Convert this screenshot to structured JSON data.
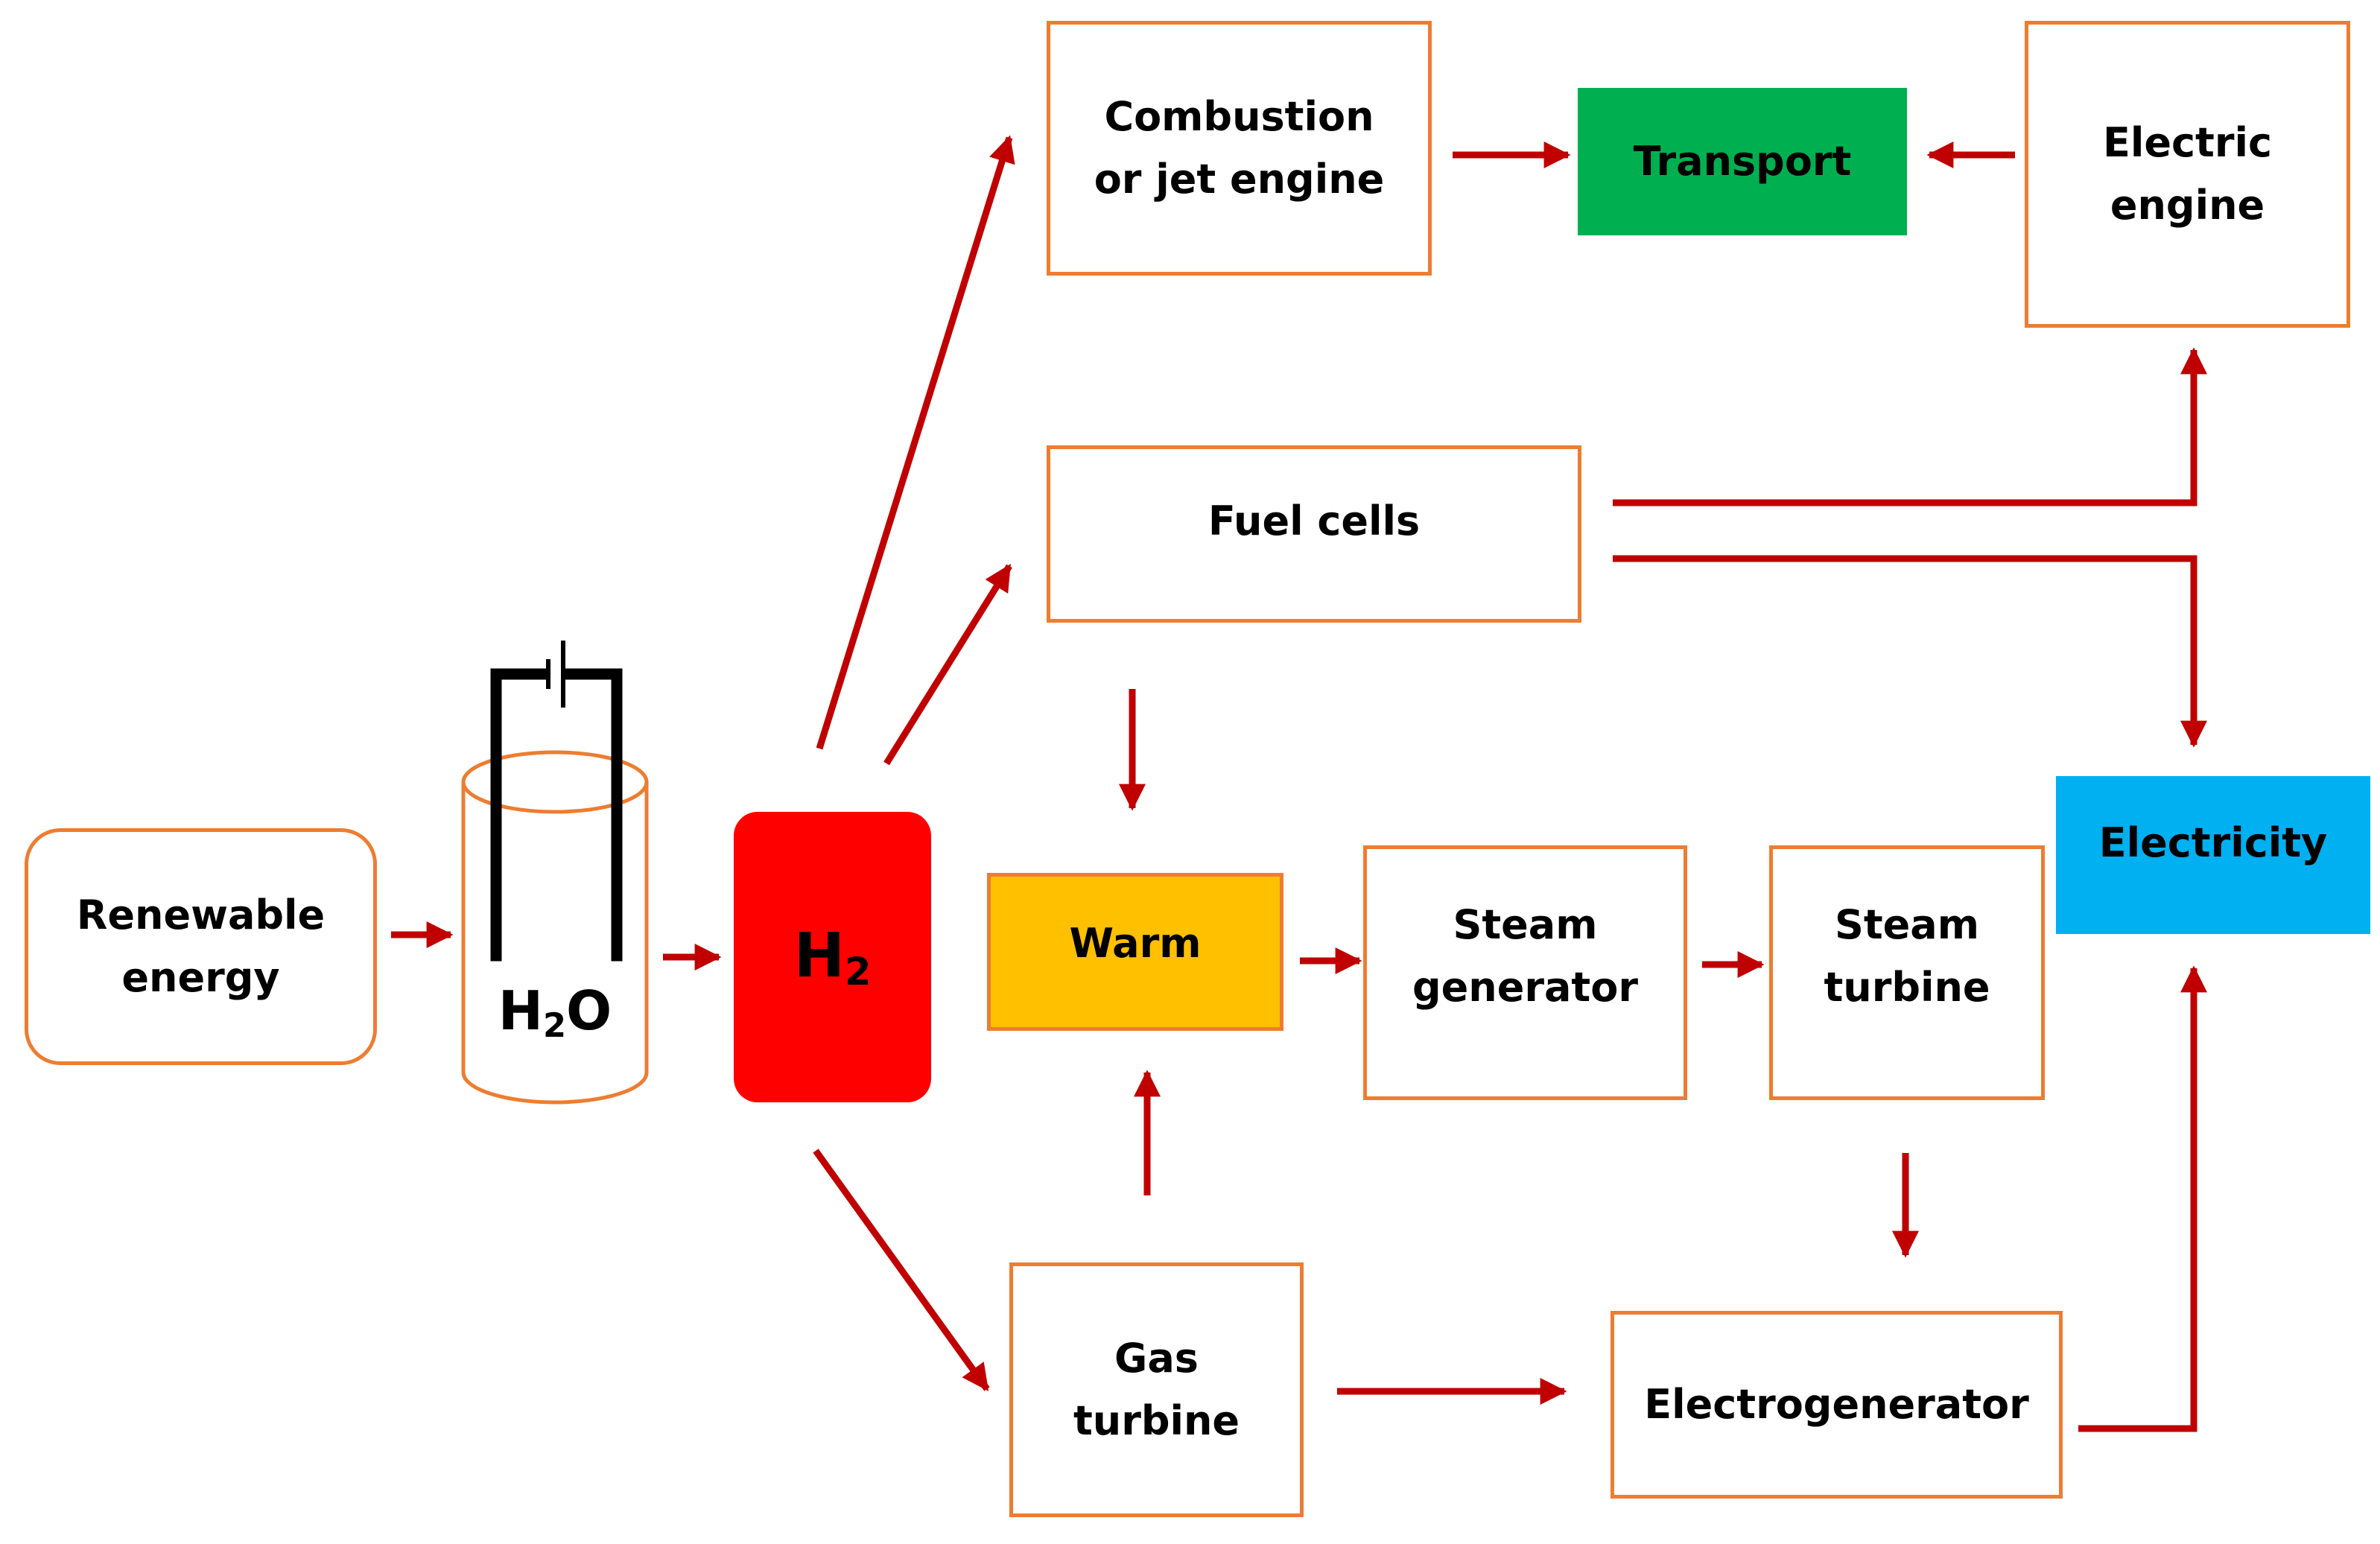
{
  "colors": {
    "box_border": "#ED7D31",
    "arrow": "#C00000",
    "transport": "#00B050",
    "electricity": "#00B0F0",
    "warm": "#FFC000",
    "h2": "#FF0000",
    "electrode": "#000000"
  },
  "nodes": {
    "renewable": "Renewable\nenergy",
    "h2o": {
      "base": "H",
      "sub": "2",
      "tail": "O"
    },
    "h2": {
      "base": "H",
      "sub": "2"
    },
    "combustion": "Combustion\nor jet engine",
    "transport": "Transport",
    "electric_engine": "Electric\nengine",
    "fuel_cells": "Fuel cells",
    "warm": "Warm",
    "steam_generator": "Steam\ngenerator",
    "steam_turbine": "Steam\nturbine",
    "electricity": "Electricity",
    "gas_turbine": "Gas\nturbine",
    "electrogenerator": "Electrogenerator"
  },
  "icons": {
    "electrolyzer": "electrolysis-cell-icon",
    "battery": "battery-icon"
  }
}
